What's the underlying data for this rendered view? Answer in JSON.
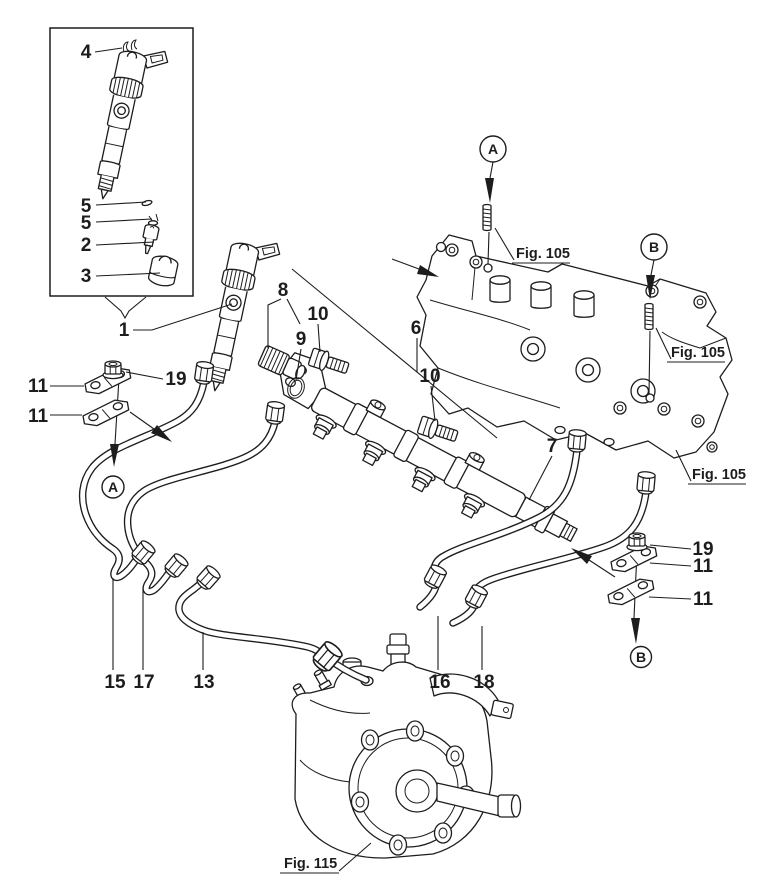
{
  "palette": {
    "background": "#ffffff",
    "ink": "#1d1d1d"
  },
  "inset": {
    "c4": "4",
    "c5_upper": "5",
    "c5_lower": "5",
    "c2": "2",
    "c3": "3"
  },
  "callouts": {
    "c1": "1",
    "c8": "8",
    "c9": "9",
    "c10_upper": "10",
    "c6": "6",
    "c10_lower": "10",
    "c7": "7",
    "c11_left_upper": "11",
    "c11_left_lower": "11",
    "c19_left": "19",
    "c19_right": "19",
    "c11_right_upper": "11",
    "c11_right_lower": "11",
    "c15": "15",
    "c17": "17",
    "c13": "13",
    "c16": "16",
    "c18": "18"
  },
  "markers": {
    "view_a_top": "A",
    "view_b_top": "B",
    "view_a_left": "A",
    "view_b_right": "B"
  },
  "figure_refs": {
    "fig105_top": "Fig. 105",
    "fig105_right": "Fig. 105",
    "fig105_lower": "Fig. 105",
    "fig115": "Fig. 115"
  }
}
